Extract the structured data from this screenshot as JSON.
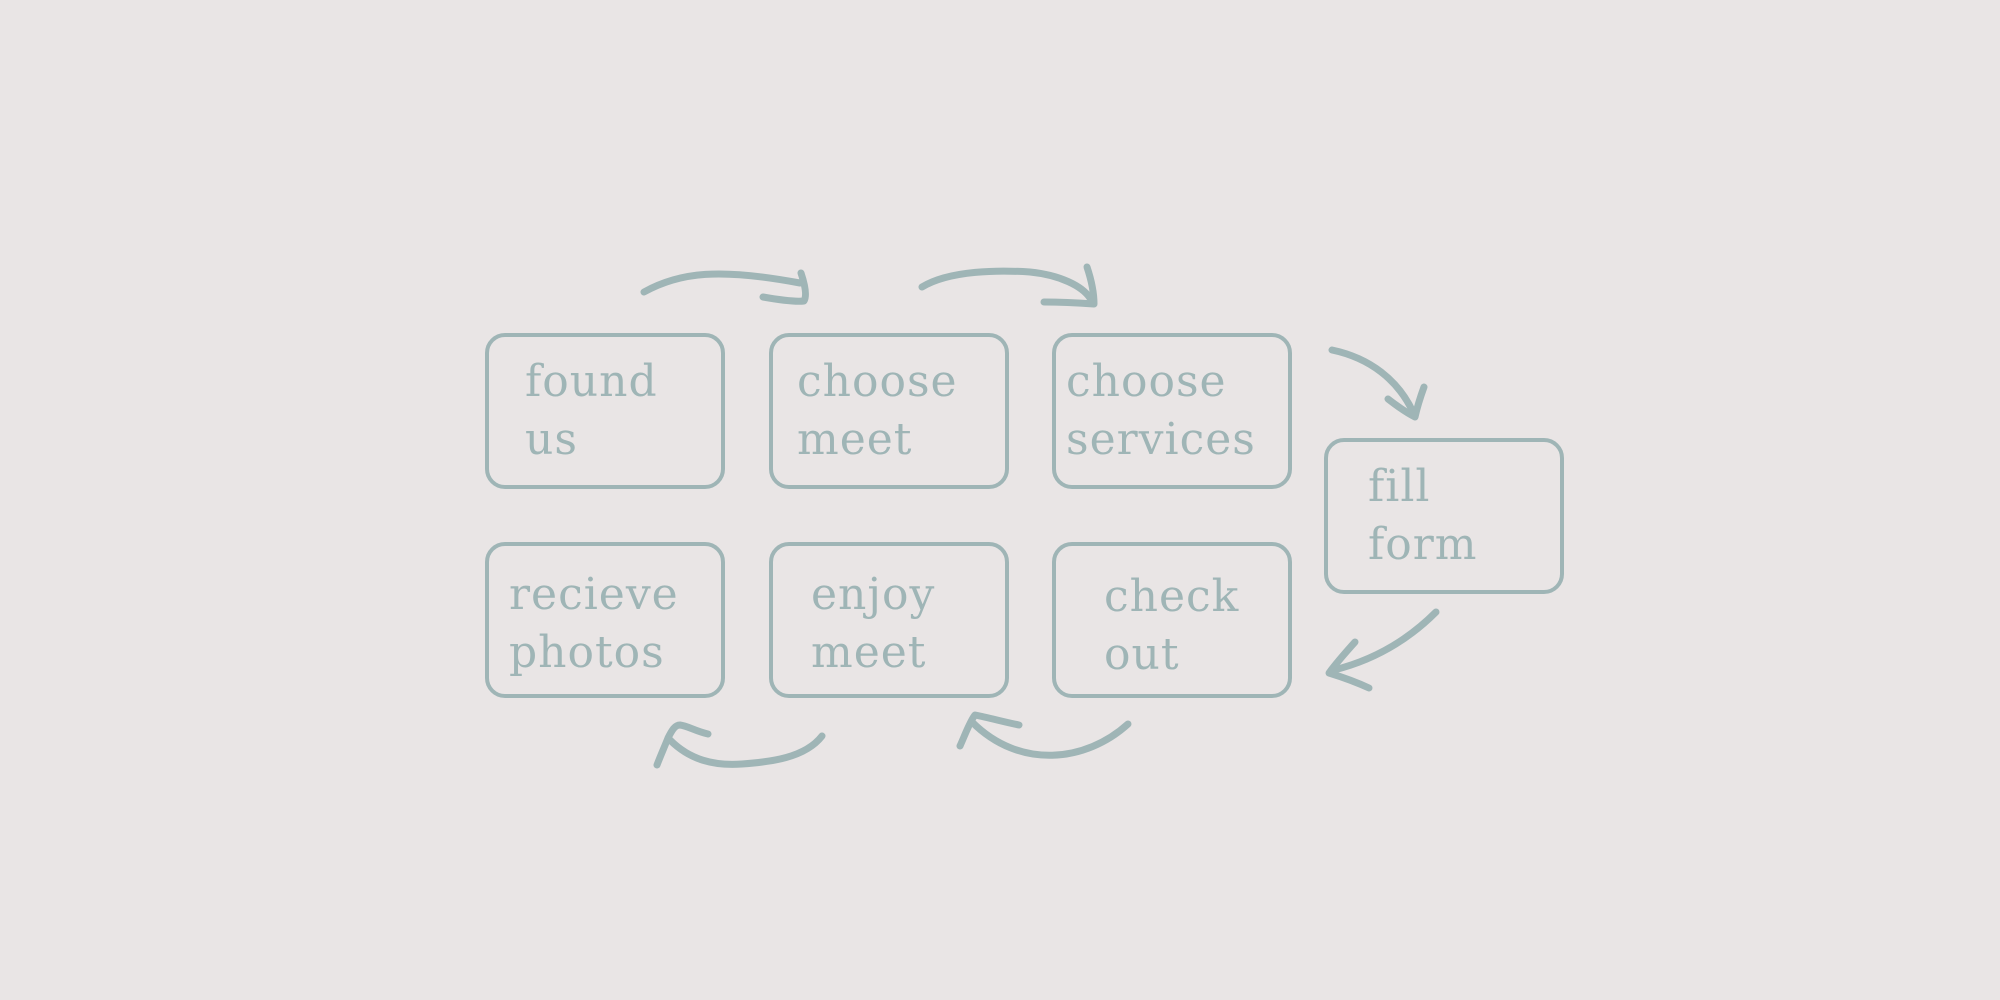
{
  "diagram": {
    "colors": {
      "background": "#e9e5e5",
      "stroke": "#9fb5b6",
      "text": "#9fb5b6"
    },
    "steps": [
      {
        "id": "found-us",
        "label": "found\nus"
      },
      {
        "id": "choose-meet",
        "label": "choose\nmeet"
      },
      {
        "id": "choose-services",
        "label": "choose\nservices"
      },
      {
        "id": "fill-form",
        "label": "fill\nform"
      },
      {
        "id": "check-out",
        "label": "check\nout"
      },
      {
        "id": "enjoy-meet",
        "label": "enjoy\nmeet"
      },
      {
        "id": "recieve-photos",
        "label": "recieve\nphotos"
      }
    ],
    "flow": [
      {
        "from": "found-us",
        "to": "choose-meet"
      },
      {
        "from": "choose-meet",
        "to": "choose-services"
      },
      {
        "from": "choose-services",
        "to": "fill-form"
      },
      {
        "from": "fill-form",
        "to": "check-out"
      },
      {
        "from": "check-out",
        "to": "enjoy-meet"
      },
      {
        "from": "enjoy-meet",
        "to": "recieve-photos"
      }
    ]
  }
}
